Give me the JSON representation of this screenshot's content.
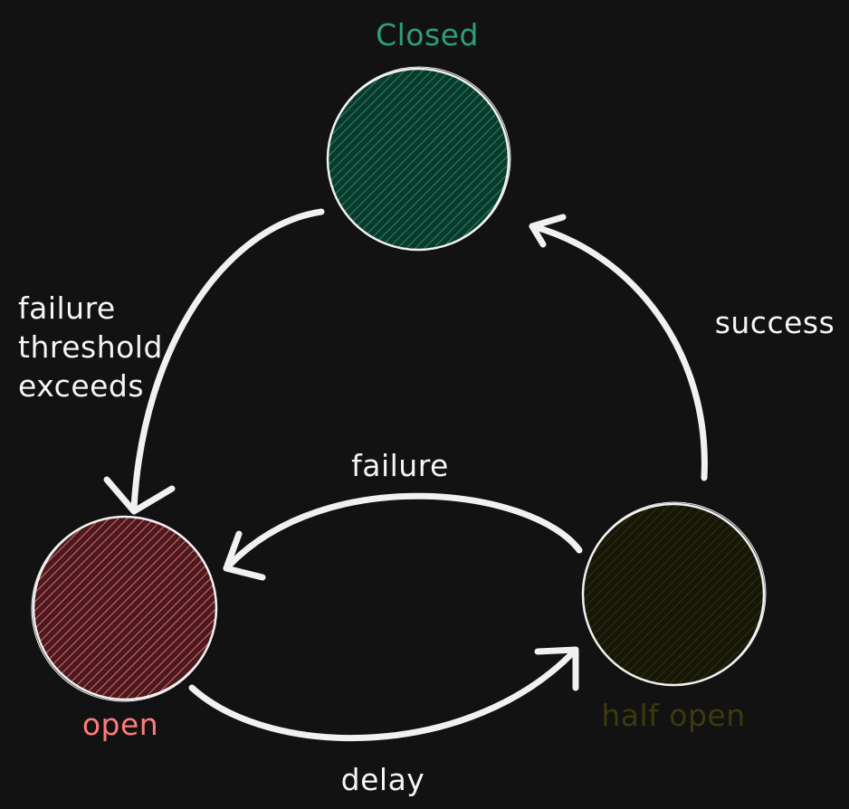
{
  "diagram": {
    "states": {
      "closed": {
        "label": "Closed",
        "color": "#2f9e77",
        "fill": "#0b4a38"
      },
      "open": {
        "label": "open",
        "color": "#ff7b7b",
        "fill": "#8a2f35"
      },
      "half_open": {
        "label": "half open",
        "color": "#3b3a0c",
        "fill": "#1f1f0c"
      }
    },
    "transitions": {
      "closed_to_open": {
        "lines": [
          "failure",
          "threshold",
          "exceeds"
        ]
      },
      "half_open_to_closed": {
        "label": "success"
      },
      "half_open_to_open": {
        "label": "failure"
      },
      "open_to_half_open": {
        "label": "delay"
      }
    },
    "colors": {
      "background": "#121212",
      "stroke": "#f1f1f1",
      "text": "#f5f5f5"
    }
  }
}
